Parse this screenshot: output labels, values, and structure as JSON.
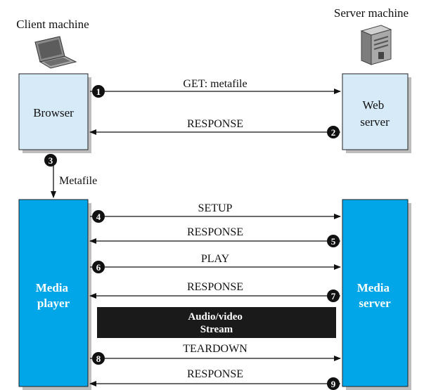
{
  "client_label": "Client machine",
  "server_label": "Server machine",
  "browser_label": "Browser",
  "web_server_label": [
    "Web",
    "server"
  ],
  "metafile_label": "Metafile",
  "media_player_label": [
    "Media",
    "player"
  ],
  "media_server_label": [
    "Media",
    "server"
  ],
  "stream_label": [
    "Audio/video",
    "Stream"
  ],
  "colors": {
    "light_box": "#d6eaf8",
    "dark_box": "#00a6e8",
    "shadow": "#bdbdbd",
    "badge": "#111111",
    "stream_bar": "#1a1a1a"
  },
  "steps": [
    {
      "num": "1",
      "label": "GET: metafile"
    },
    {
      "num": "2",
      "label": "RESPONSE"
    },
    {
      "num": "3",
      "label": "Metafile"
    },
    {
      "num": "4",
      "label": "SETUP"
    },
    {
      "num": "5",
      "label": "RESPONSE"
    },
    {
      "num": "6",
      "label": "PLAY"
    },
    {
      "num": "7",
      "label": "RESPONSE"
    },
    {
      "num": "8",
      "label": "TEARDOWN"
    },
    {
      "num": "9",
      "label": "RESPONSE"
    }
  ]
}
